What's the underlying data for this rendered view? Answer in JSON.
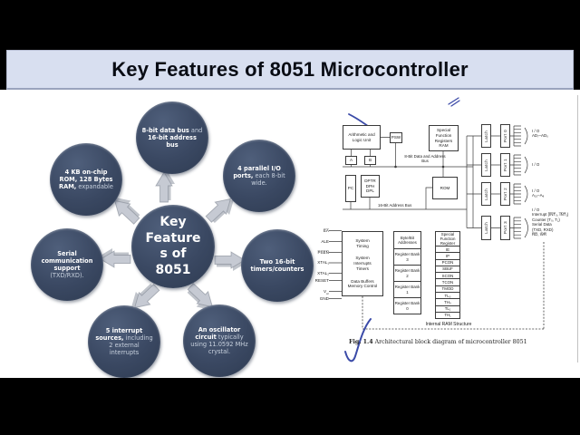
{
  "colors": {
    "banner_bg": "#d8dff0",
    "bubble_fill": "#3a4862",
    "arrow_gray": "#c6cad3",
    "pen_blue": "#26379f"
  },
  "title": "Key Features of 8051 Microcontroller",
  "feature_map": {
    "center": "Key Features of 8051",
    "bubbles": [
      {
        "segments": [
          {
            "text": "8-bit data bus",
            "bold": true
          },
          {
            "text": " and ",
            "bold": false
          },
          {
            "text": "16-bit address bus",
            "bold": true
          }
        ]
      },
      {
        "segments": [
          {
            "text": "4 KB on-chip ROM, 128 Bytes RAM,",
            "bold": true
          },
          {
            "text": " expandable",
            "bold": false
          }
        ]
      },
      {
        "segments": [
          {
            "text": "4 parallel I/O ports,",
            "bold": true
          },
          {
            "text": " each 8-bit wide.",
            "bold": false
          }
        ]
      },
      {
        "segments": [
          {
            "text": "Serial communication support",
            "bold": true
          },
          {
            "text": " (TXD/RXD).",
            "bold": false
          }
        ]
      },
      {
        "segments": [
          {
            "text": "Two 16-bit timers/counters",
            "bold": true
          }
        ]
      },
      {
        "segments": [
          {
            "text": "5 interrupt sources,",
            "bold": true
          },
          {
            "text": " including 2 external interrupts",
            "bold": false
          }
        ]
      },
      {
        "segments": [
          {
            "text": "An oscillator circuit",
            "bold": true
          },
          {
            "text": " typically using 11.0592 MHz crystal.",
            "bold": false
          }
        ]
      }
    ]
  },
  "block_diagram": {
    "alu": "Arithmetic and Logic Unit",
    "psw": "PSW",
    "sfr_ram": "Special Function Registers RAM",
    "reg_a": "A",
    "reg_b": "B",
    "bus8": "8-Bit Data and Address Bus",
    "pc": "PC",
    "dptr": "DPTR DPH DPL",
    "rom": "ROM",
    "bus16": "16-Bit Address Bus",
    "latch": "Latch",
    "ports": [
      "Port 0",
      "Port 1",
      "Port 2",
      "Port 3"
    ],
    "port_labels": {
      "p0": [
        "I / O",
        "AD₇–AD₀"
      ],
      "p1": [
        "I / O"
      ],
      "p2": [
        "I / O",
        "A₁₅–A₈"
      ],
      "p3": [
        "I / O",
        "Interrupt (I̅N̅T̅₀, I̅N̅T̅₁)",
        "Counter (T₀, T₁)",
        "Serial Data",
        "(TXD, RXD)",
        "R̅D̅, W̅R̅"
      ]
    },
    "pins": [
      "E̅A̅",
      "ALE",
      "P̅S̅E̅N̅",
      "XTAL₁",
      "XTAL₂",
      "RESET"
    ],
    "vcc_base": "V",
    "vcc_sub": "cc",
    "gnd": "GND",
    "system_box": [
      "System Timing",
      "System Interrupts Timers",
      "Data Buffers Memory Control"
    ],
    "ram_column": [
      "Byte/Bit Addresses",
      "Register Bank 3",
      "Register Bank 2",
      "Register Bank 1",
      "Register Bank 0"
    ],
    "sfr_header": "Special Function Register",
    "sfr_rows": [
      "IE",
      "IP",
      "PCON",
      "SBUF",
      "SCON",
      "TCON",
      "TMOD",
      "TL₀",
      "TH₀",
      "TL₁",
      "TH₁"
    ],
    "internal_ram": "Internal RAM Structure",
    "caption_fig": "Fig. 1.4",
    "caption_text": " Architectural block diagram of microcontroller 8051"
  }
}
